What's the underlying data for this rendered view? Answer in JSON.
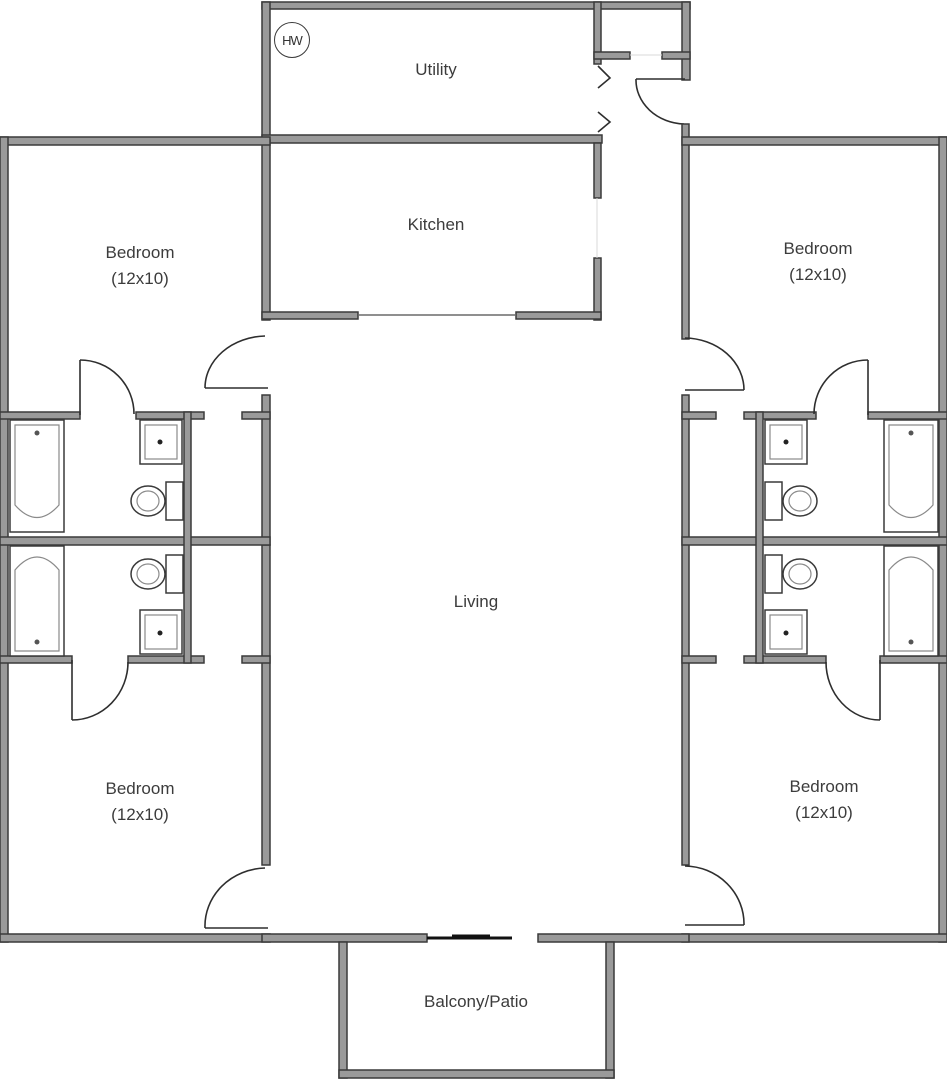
{
  "floor_plan": {
    "rooms": [
      {
        "id": "utility",
        "name": "Utility",
        "size": ""
      },
      {
        "id": "kitchen",
        "name": "Kitchen",
        "size": ""
      },
      {
        "id": "living",
        "name": "Living",
        "size": ""
      },
      {
        "id": "bedroom-top-left",
        "name": "Bedroom",
        "size": "(12x10)"
      },
      {
        "id": "bedroom-top-right",
        "name": "Bedroom",
        "size": "(12x10)"
      },
      {
        "id": "bedroom-bottom-left",
        "name": "Bedroom",
        "size": "(12x10)"
      },
      {
        "id": "bedroom-bottom-right",
        "name": "Bedroom",
        "size": "(12x10)"
      },
      {
        "id": "balcony",
        "name": "Balcony/Patio",
        "size": ""
      }
    ],
    "symbols": {
      "water_heater": "HW"
    },
    "colors": {
      "wall_outline": "#3a3a3a",
      "wall_fill": "#9a9a9a",
      "label": "#3c3c3c",
      "background": "#ffffff"
    }
  }
}
